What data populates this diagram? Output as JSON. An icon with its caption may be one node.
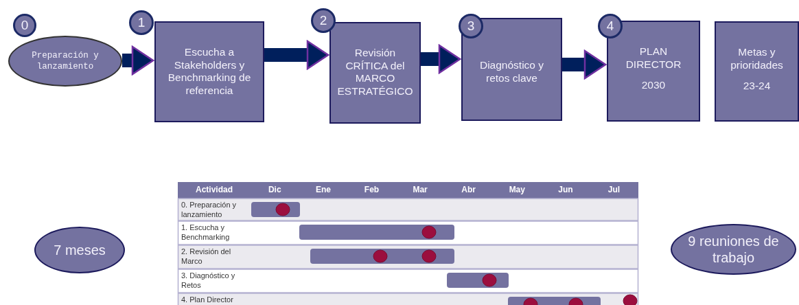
{
  "diagram": {
    "nodes": [
      {
        "text": [
          "0"
        ]
      },
      {
        "text": [
          "Preparación y lanzamiento"
        ]
      },
      {
        "text": [
          "1"
        ]
      },
      {
        "text": [
          "Escucha a Stakeholders y Benchmarking de referencia"
        ]
      },
      {
        "text": [
          "2"
        ]
      },
      {
        "text": [
          "Revisión CRÍTICA del MARCO ESTRATÉGICO"
        ]
      },
      {
        "text": [
          "3"
        ]
      },
      {
        "text": [
          "Diagnóstico y retos clave"
        ]
      },
      {
        "text": [
          "4"
        ]
      },
      {
        "text": [
          "PLAN DIRECTOR",
          "2030"
        ]
      },
      {
        "text": [
          "Metas y prioridades",
          "23-24"
        ]
      },
      {
        "text": [
          "7 meses"
        ]
      },
      {
        "text": [
          "9 reuniones de trabajo"
        ]
      }
    ],
    "edges": [
      {
        "from": 1,
        "to": 3,
        "arrow": "to"
      },
      {
        "from": 3,
        "to": 5,
        "arrow": "to"
      },
      {
        "from": 5,
        "to": 7,
        "arrow": "to"
      },
      {
        "from": 7,
        "to": 9,
        "arrow": "to"
      }
    ],
    "labels": [
      "Actividad",
      "Dic",
      "Ene",
      "Feb",
      "Mar",
      "Abr",
      "May",
      "Jun",
      "Jul",
      "0. Preparación y lanzamiento",
      "1. Escucha y Benchmarking",
      "2. Revisión del Marco",
      "3. Diagnóstico y Retos",
      "4. Plan Director"
    ]
  }
}
